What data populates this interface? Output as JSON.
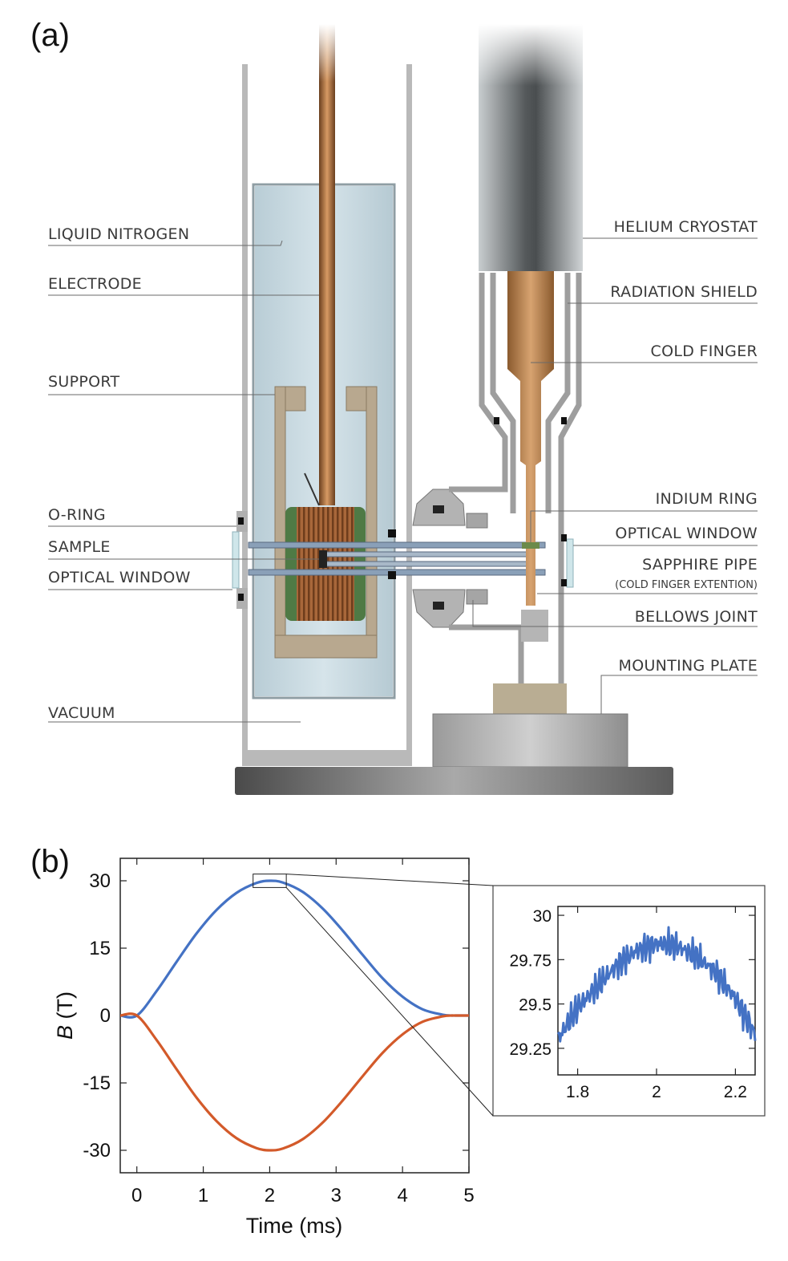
{
  "panel_a": {
    "label": "(a)",
    "left_labels": [
      "LIQUID NITROGEN",
      "ELECTRODE",
      "SUPPORT",
      "O-RING",
      "SAMPLE",
      "OPTICAL WINDOW",
      "VACUUM"
    ],
    "right_labels": [
      "HELIUM CRYOSTAT",
      "RADIATION SHIELD",
      "COLD FINGER",
      "INDIUM RING",
      "OPTICAL WINDOW",
      "SAPPHIRE PIPE",
      "(COLD FINGER  EXTENTION)",
      "BELLOWS JOINT",
      "MOUNTING PLATE"
    ]
  },
  "panel_b": {
    "label": "(b)"
  },
  "chart_data": [
    {
      "type": "line",
      "xlabel": "Time (ms)",
      "ylabel_italic": "B",
      "ylabel_unit": " (T)",
      "xlim": [
        -0.25,
        5
      ],
      "ylim": [
        -35,
        35
      ],
      "xticks": [
        0,
        1,
        2,
        3,
        4,
        5
      ],
      "yticks": [
        -30,
        -15,
        0,
        15,
        30
      ],
      "xtick_labels": [
        "0",
        "1",
        "2",
        "3",
        "4",
        "5"
      ],
      "ytick_labels": [
        "-30",
        "-15",
        "0",
        "15",
        "30"
      ],
      "series": [
        {
          "color": "#4472c4",
          "x": [
            -0.25,
            0.0,
            0.3,
            0.6,
            0.9,
            1.2,
            1.5,
            1.8,
            2.0,
            2.2,
            2.5,
            2.8,
            3.1,
            3.4,
            3.7,
            4.0,
            4.3,
            4.6,
            4.75,
            4.8,
            5.0
          ],
          "y": [
            0,
            0,
            5.5,
            12,
            18.3,
            23.5,
            27.3,
            29.5,
            30,
            29.6,
            27.5,
            23.8,
            18.9,
            13.5,
            8.3,
            4.2,
            1.4,
            0.2,
            0,
            0,
            0
          ]
        },
        {
          "color": "#d35a2a",
          "x": [
            -0.25,
            0.0,
            0.3,
            0.6,
            0.9,
            1.2,
            1.5,
            1.8,
            2.0,
            2.2,
            2.5,
            2.8,
            3.1,
            3.4,
            3.7,
            4.0,
            4.3,
            4.6,
            4.75,
            4.8,
            5.0
          ],
          "y": [
            0,
            0,
            -5.5,
            -12,
            -18.3,
            -23.5,
            -27.3,
            -29.5,
            -30,
            -29.6,
            -27.5,
            -23.8,
            -18.9,
            -13.5,
            -8.3,
            -4.2,
            -1.4,
            -0.2,
            0,
            0,
            0
          ]
        }
      ]
    },
    {
      "type": "line",
      "xlim": [
        1.75,
        2.25
      ],
      "ylim": [
        29.1,
        30.05
      ],
      "xticks": [
        1.8,
        2,
        2.2
      ],
      "yticks": [
        29.25,
        29.5,
        29.75,
        30
      ],
      "xtick_labels": [
        "1.8",
        "2",
        "2.2"
      ],
      "ytick_labels": [
        "29.25",
        "29.5",
        "29.75",
        "30"
      ],
      "series": [
        {
          "color": "#4472c4",
          "x": [
            1.75,
            1.8,
            1.85,
            1.9,
            1.95,
            2.0,
            2.05,
            2.1,
            2.15,
            2.2,
            2.25
          ],
          "y": [
            29.3,
            29.48,
            29.6,
            29.72,
            29.8,
            29.84,
            29.83,
            29.77,
            29.68,
            29.53,
            29.33
          ]
        }
      ]
    }
  ]
}
